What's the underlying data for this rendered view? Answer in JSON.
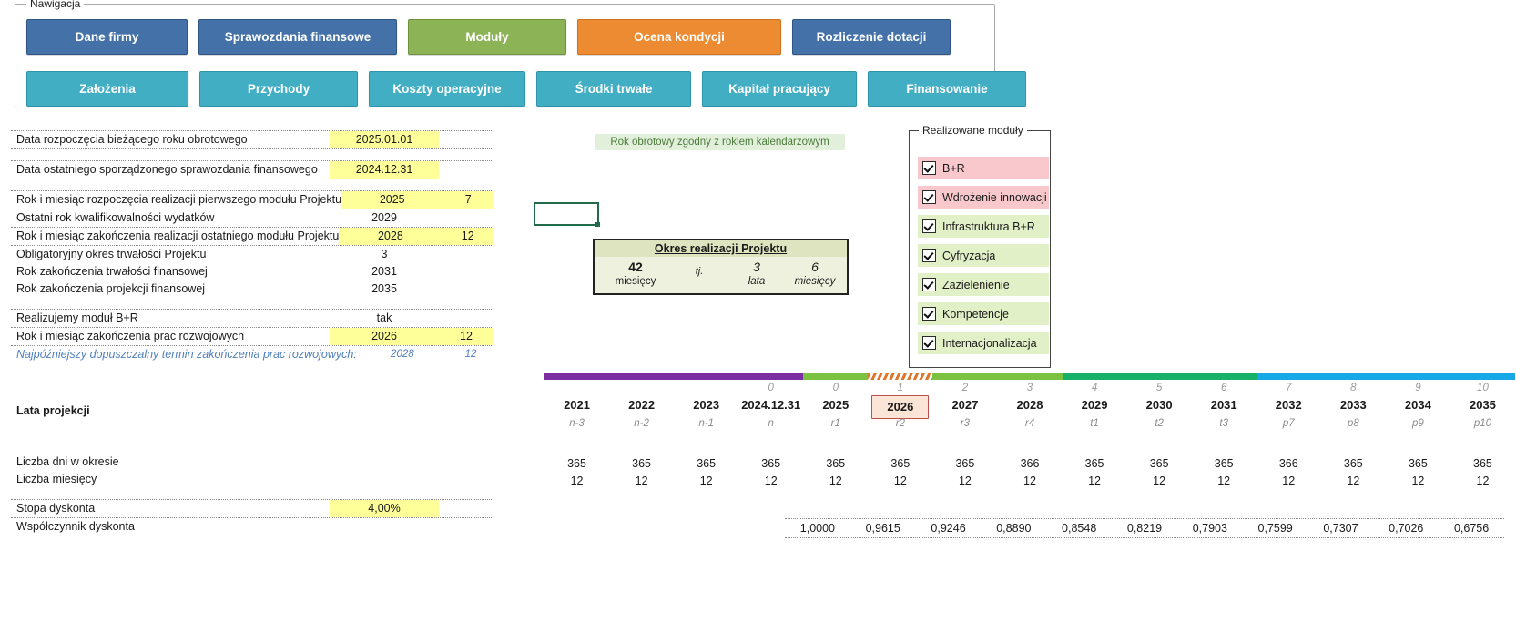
{
  "nav": {
    "legend": "Nawigacja",
    "row1": [
      {
        "label": "Dane firmy",
        "color": "blue",
        "width": "w1"
      },
      {
        "label": "Sprawozdania finansowe",
        "color": "blue",
        "width": "w2"
      },
      {
        "label": "Moduły",
        "color": "green",
        "width": "w3"
      },
      {
        "label": "Ocena kondycji",
        "color": "orange",
        "width": "w4"
      },
      {
        "label": "Rozliczenie dotacji",
        "color": "blue",
        "width": "w5"
      }
    ],
    "row2": [
      {
        "label": "Założenia",
        "color": "teal",
        "width": "t1"
      },
      {
        "label": "Przychody",
        "color": "teal",
        "width": "t2"
      },
      {
        "label": "Koszty operacyjne",
        "color": "teal",
        "width": "t3"
      },
      {
        "label": "Środki trwałe",
        "color": "teal",
        "width": "t4"
      },
      {
        "label": "Kapitał pracujący",
        "color": "teal",
        "width": "t5"
      },
      {
        "label": "Finansowanie",
        "color": "teal",
        "width": "t6"
      }
    ]
  },
  "params": {
    "rows": [
      {
        "label": "Data rozpoczęcia bieżącego roku obrotowego",
        "v1": "2025.01.01",
        "v2": "",
        "highlight1": true
      },
      {
        "label": "Data ostatniego sporządzonego sprawozdania finansowego",
        "v1": "2024.12.31",
        "v2": "",
        "highlight1": true
      },
      {
        "label": "Rok i miesiąc rozpoczęcia realizacji pierwszego modułu Projektu",
        "v1": "2025",
        "v2": "7",
        "highlight1": true,
        "highlight2": true
      },
      {
        "label": "Ostatni rok kwalifikowalności wydatków",
        "v1": "2029",
        "v2": ""
      },
      {
        "label": "Rok i miesiąc zakończenia realizacji ostatniego modułu Projektu",
        "v1": "2028",
        "v2": "12",
        "highlight1": true,
        "highlight2": true
      },
      {
        "label": "Obligatoryjny okres trwałości Projektu",
        "v1": "3",
        "v2": ""
      },
      {
        "label": "Rok zakończenia trwałości finansowej",
        "v1": "2031",
        "v2": ""
      },
      {
        "label": "Rok zakończenia projekcji finansowej",
        "v1": "2035",
        "v2": ""
      },
      {
        "label": "Realizujemy moduł B+R",
        "v1": "tak",
        "v2": ""
      },
      {
        "label": "Rok i miesiąc zakończenia prac rozwojowych",
        "v1": "2026",
        "v2": "12",
        "highlight1": true,
        "highlight2": true
      },
      {
        "label": "Najpóźniejszy dopuszczalny termin zakończenia prac rozwojowych:",
        "v1": "2028",
        "v2": "12",
        "italic": true
      }
    ]
  },
  "green_note": "Rok obrotowy zgodny z rokiem kalendarzowym",
  "okres": {
    "title": "Okres realizacji Projektu",
    "months_total": "42",
    "months_total_unit": "miesięcy",
    "tj": "tj.",
    "years": "3",
    "years_unit": "lata",
    "months": "6",
    "months_unit": "miesięcy"
  },
  "modules": {
    "legend": "Realizowane moduły",
    "items": [
      {
        "label": "B+R",
        "checked": true,
        "tone": "pink"
      },
      {
        "label": "Wdrożenie innowacji",
        "checked": true,
        "tone": "pink"
      },
      {
        "label": "Infrastruktura B+R",
        "checked": true,
        "tone": "green"
      },
      {
        "label": "Cyfryzacja",
        "checked": true,
        "tone": "green"
      },
      {
        "label": "Zazielenienie",
        "checked": true,
        "tone": "green"
      },
      {
        "label": "Kompetencje",
        "checked": true,
        "tone": "green"
      },
      {
        "label": "Internacjonalizacja",
        "checked": true,
        "tone": "green"
      }
    ]
  },
  "projection": {
    "title": "Lata projekcji",
    "row_days_label": "Liczba dni w okresie",
    "row_months_label": "Liczba miesięcy",
    "bars": [
      {
        "name": "historia",
        "color": "purple",
        "span": 4
      },
      {
        "name": "realizacja-a",
        "color": "lgreen",
        "span": 1
      },
      {
        "name": "prace-rozwojowe",
        "color": "hatch",
        "span": 1
      },
      {
        "name": "realizacja-b",
        "color": "lgreen",
        "span": 2
      },
      {
        "name": "trwalosc",
        "color": "green",
        "span": 3
      },
      {
        "name": "projekcja",
        "color": "blue",
        "span": 4
      }
    ],
    "columns": [
      {
        "idx": "",
        "year": "2021",
        "code": "n-3",
        "days": "365",
        "months": "12"
      },
      {
        "idx": "",
        "year": "2022",
        "code": "n-2",
        "days": "365",
        "months": "12"
      },
      {
        "idx": "",
        "year": "2023",
        "code": "n-1",
        "days": "365",
        "months": "12"
      },
      {
        "idx": "0",
        "year": "2024.12.31",
        "code": "n",
        "days": "365",
        "months": "12"
      },
      {
        "idx": "0",
        "year": "2025",
        "code": "r1",
        "days": "365",
        "months": "12"
      },
      {
        "idx": "1",
        "year": "2026",
        "code": "r2",
        "days": "365",
        "months": "12",
        "highlight": true
      },
      {
        "idx": "2",
        "year": "2027",
        "code": "r3",
        "days": "365",
        "months": "12"
      },
      {
        "idx": "3",
        "year": "2028",
        "code": "r4",
        "days": "366",
        "months": "12"
      },
      {
        "idx": "4",
        "year": "2029",
        "code": "t1",
        "days": "365",
        "months": "12"
      },
      {
        "idx": "5",
        "year": "2030",
        "code": "t2",
        "days": "365",
        "months": "12"
      },
      {
        "idx": "6",
        "year": "2031",
        "code": "t3",
        "days": "365",
        "months": "12"
      },
      {
        "idx": "7",
        "year": "2032",
        "code": "p7",
        "days": "366",
        "months": "12"
      },
      {
        "idx": "8",
        "year": "2033",
        "code": "p8",
        "days": "365",
        "months": "12"
      },
      {
        "idx": "9",
        "year": "2034",
        "code": "p9",
        "days": "365",
        "months": "12"
      },
      {
        "idx": "10",
        "year": "2035",
        "code": "p10",
        "days": "365",
        "months": "12"
      }
    ]
  },
  "discount": {
    "rate_label": "Stopa dyskonta",
    "rate_value": "4,00%",
    "factor_label": "Współczynnik dyskonta",
    "factors": [
      "1,0000",
      "0,9615",
      "0,9246",
      "0,8890",
      "0,8548",
      "0,8219",
      "0,7903",
      "0,7599",
      "0,7307",
      "0,7026",
      "0,6756"
    ]
  },
  "colors": {
    "nav_blue": "#4472a8",
    "nav_green": "#8cb356",
    "nav_orange": "#ed8b33",
    "nav_teal": "#41aec4",
    "input_yellow": "#ffff99",
    "module_pink": "#f8c8cc",
    "module_green": "#e2f0c8",
    "bar_purple": "#7b2fa0",
    "bar_lgreen": "#7cc242",
    "bar_green": "#17b169",
    "bar_blue": "#17a8e8",
    "highlight_year": "#fbe5d6"
  }
}
